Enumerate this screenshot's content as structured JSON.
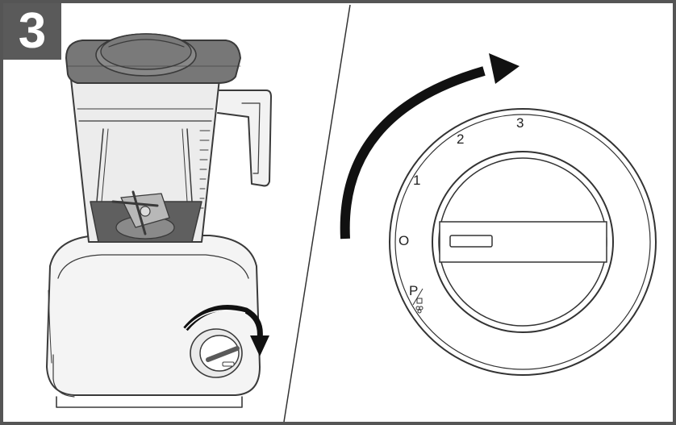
{
  "step": {
    "number": "3"
  },
  "dial": {
    "positions": [
      "3",
      "2",
      "1",
      "O",
      "P"
    ],
    "current_position": "O"
  },
  "instruction": {
    "action": "turn-clockwise",
    "arrow_count": 2
  },
  "colors": {
    "badge": "#5a5a5a",
    "outline": "#3a3a3a",
    "lid": "#777777",
    "arrow": "#222222",
    "jar_tint": "#e2e2e2"
  },
  "icons": [
    "step-number-badge",
    "blender-illustration",
    "rotation-arrow-icon",
    "pulse-icon"
  ]
}
